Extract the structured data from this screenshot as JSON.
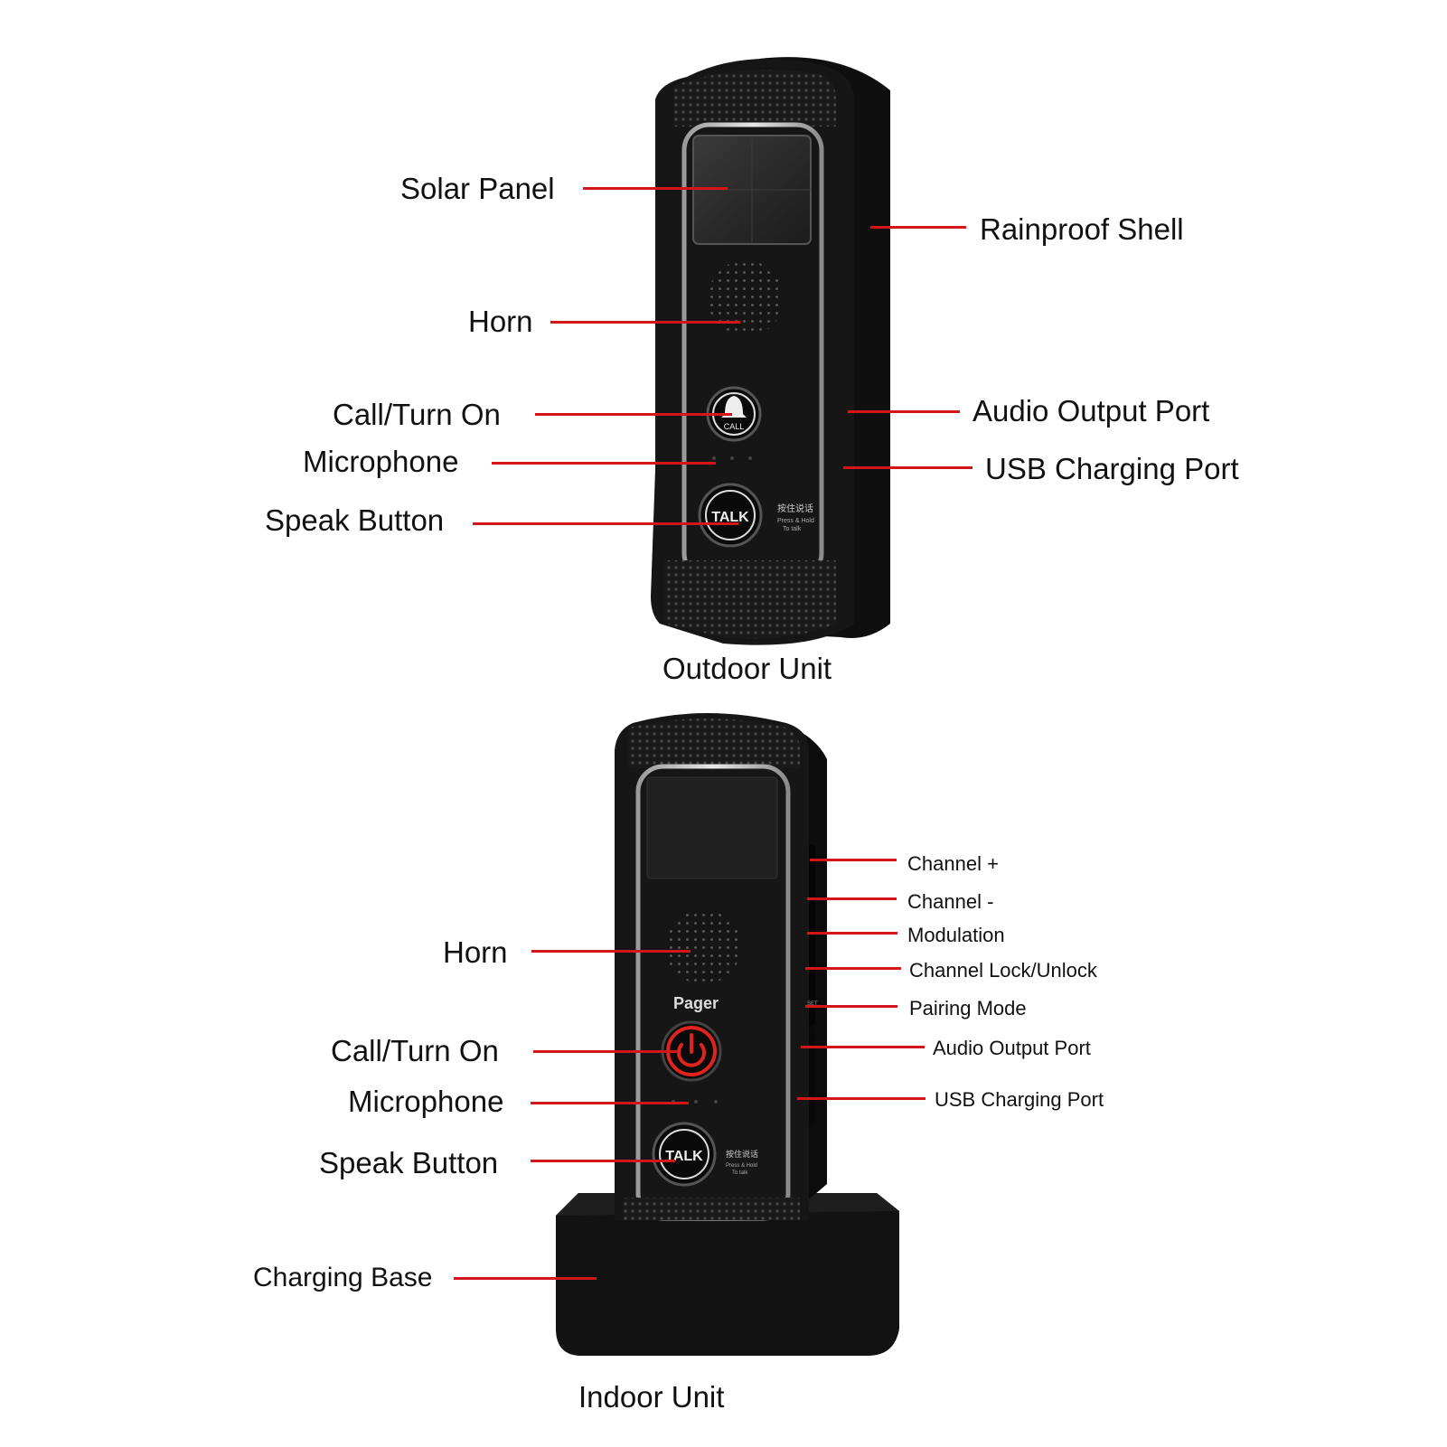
{
  "outdoor": {
    "caption": "Outdoor Unit",
    "labels": {
      "solar_panel": "Solar Panel",
      "horn": "Horn",
      "call_turn_on": "Call/Turn On",
      "microphone": "Microphone",
      "speak_button": "Speak Button",
      "rainproof_shell": "Rainproof Shell",
      "audio_output_port": "Audio Output Port",
      "usb_charging_port": "USB Charging Port"
    },
    "device": {
      "call_text": "CALL",
      "talk_text": "TALK",
      "hint_cn": "按住说话",
      "hint_en_1": "Press & Hold",
      "hint_en_2": "To talk"
    }
  },
  "indoor": {
    "caption": "Indoor Unit",
    "labels": {
      "horn": "Horn",
      "call_turn_on": "Call/Turn On",
      "microphone": "Microphone",
      "speak_button": "Speak Button",
      "charging_base": "Charging Base",
      "channel_plus": "Channel +",
      "channel_minus": "Channel -",
      "modulation": "Modulation",
      "channel_lock": "Channel Lock/Unlock",
      "pairing_mode": "Pairing Mode",
      "audio_output_port": "Audio Output Port",
      "usb_charging_port": "USB Charging Port"
    },
    "device": {
      "pager_text": "Pager",
      "talk_text": "TALK",
      "set_text": "SET",
      "hint_cn": "按住说话",
      "hint_en_1": "Press & Hold",
      "hint_en_2": "To talk"
    }
  },
  "colors": {
    "leader_line": "#d4161b",
    "device_body": "#151515",
    "power_ring": "#e0231e"
  }
}
